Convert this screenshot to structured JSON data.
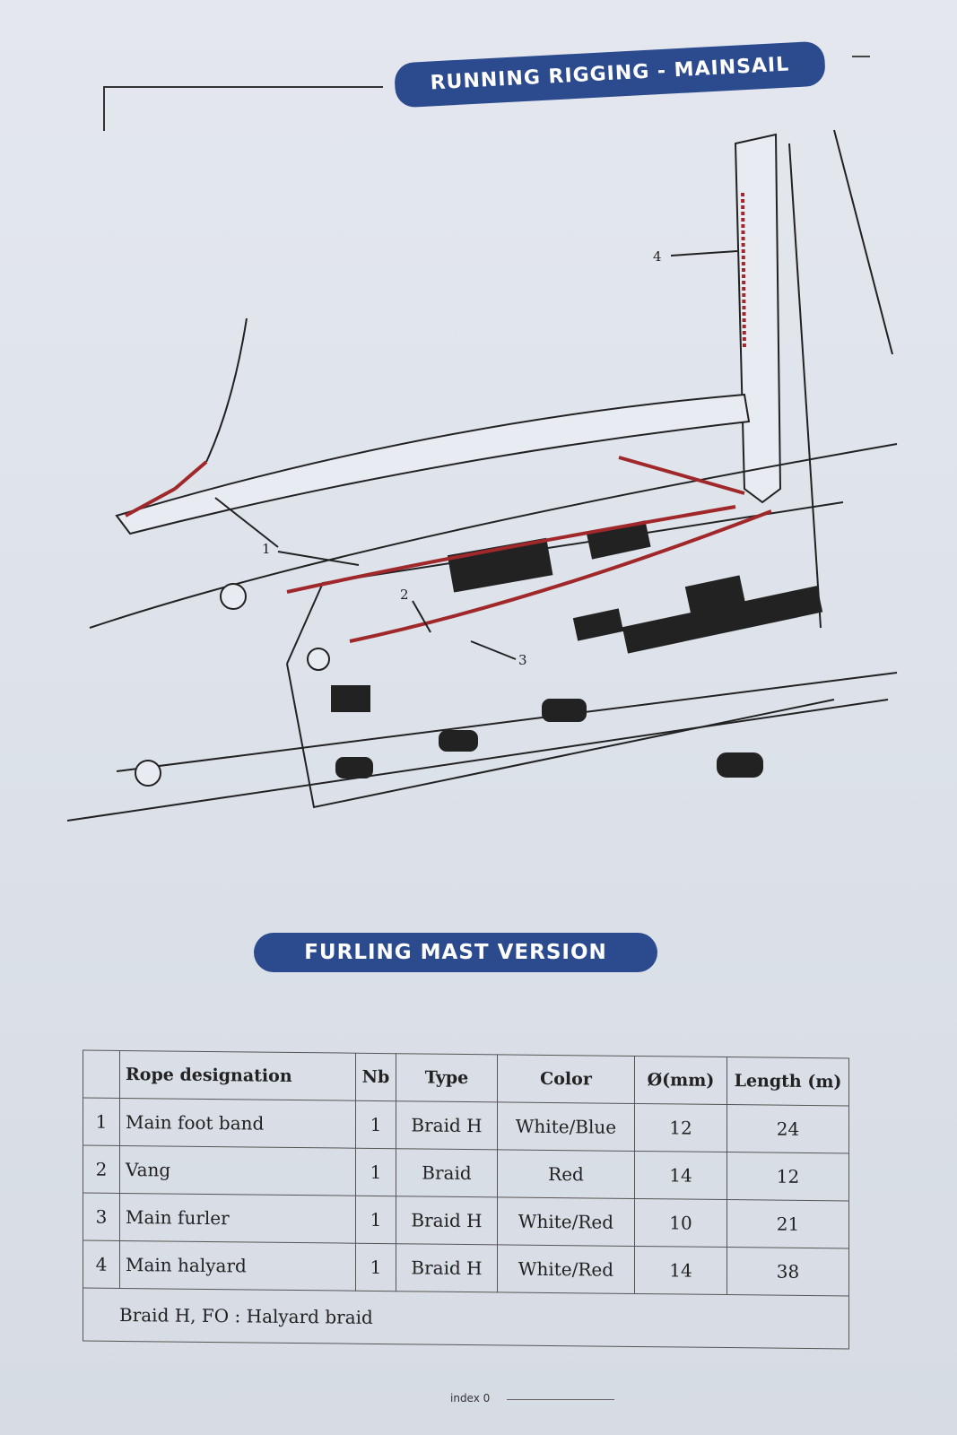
{
  "header": {
    "title": "RUNNING RIGGING - MAINSAIL"
  },
  "figure": {
    "callouts": [
      "1",
      "2",
      "3",
      "4"
    ],
    "rope_color": "#a0282a"
  },
  "section": {
    "subtitle": "FURLING MAST VERSION"
  },
  "table": {
    "headers": [
      "",
      "Rope designation",
      "Nb",
      "Type",
      "Color",
      "Ø(mm)",
      "Length (m)"
    ],
    "rows": [
      [
        "1",
        "Main foot band",
        "1",
        "Braid H",
        "White/Blue",
        "12",
        "24"
      ],
      [
        "2",
        "Vang",
        "1",
        "Braid",
        "Red",
        "14",
        "12"
      ],
      [
        "3",
        "Main furler",
        "1",
        "Braid H",
        "White/Red",
        "10",
        "21"
      ],
      [
        "4",
        "Main halyard",
        "1",
        "Braid H",
        "White/Red",
        "14",
        "38"
      ]
    ],
    "note": "Braid H, FO : Halyard braid"
  },
  "footer": {
    "index": "index 0"
  },
  "colors": {
    "banner": "#2c4a8e",
    "background": "#dfe3ea"
  }
}
